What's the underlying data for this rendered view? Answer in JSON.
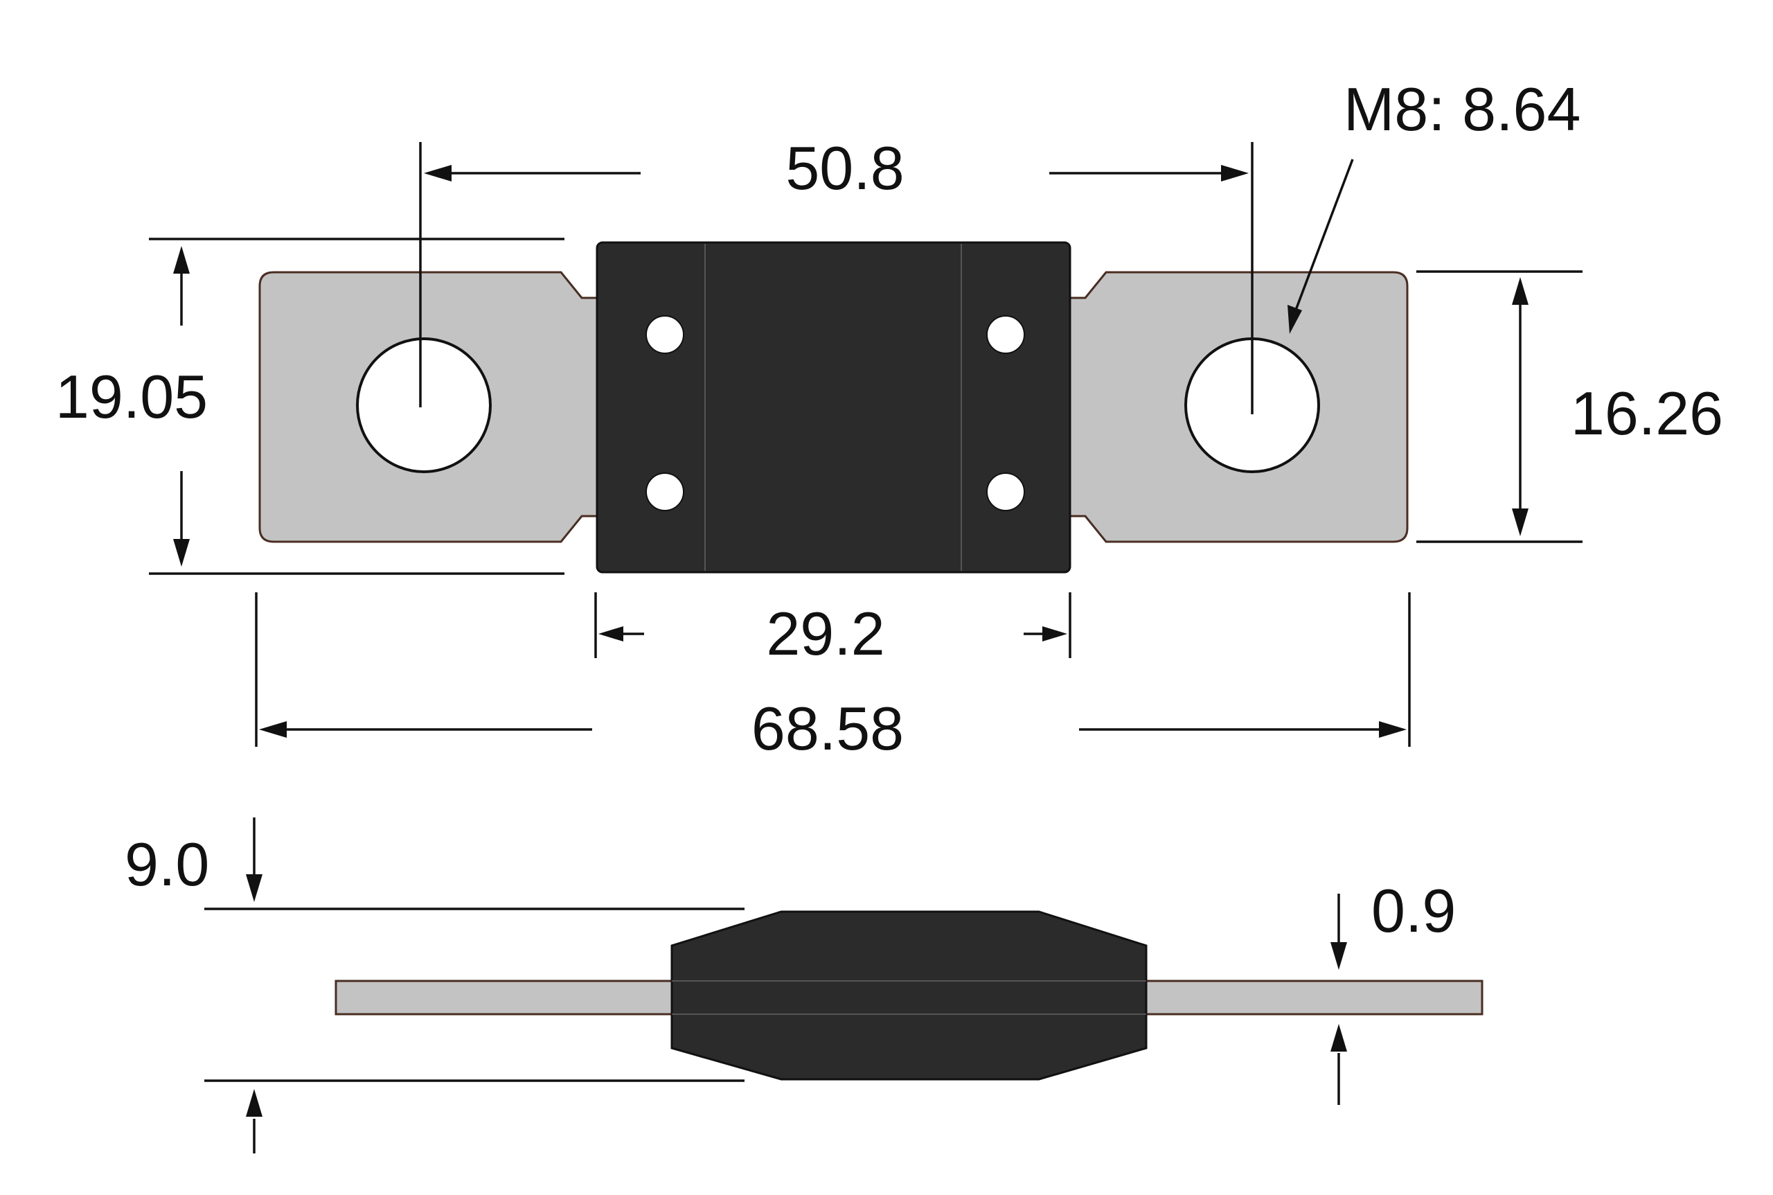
{
  "diagram": {
    "colors": {
      "line": "#111111",
      "tab_fill": "#c3c3c3",
      "tab_outline": "#4a2e22",
      "body_fill": "#2b2b2b"
    },
    "top_view": {
      "hole_spacing": "50.8",
      "hole_size": "M8: 8.64",
      "overall_height": "19.05",
      "tab_width": "16.26",
      "body_length": "29.2",
      "overall_length": "68.58"
    },
    "side_view": {
      "body_thickness": "9.0",
      "tab_thickness": "0.9"
    }
  }
}
